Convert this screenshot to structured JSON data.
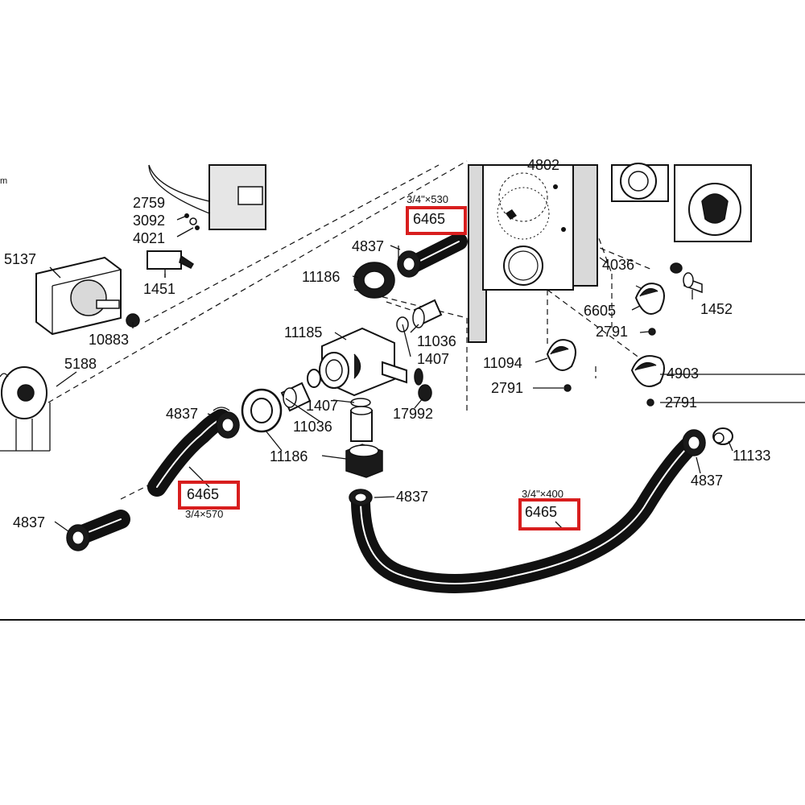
{
  "diagram": {
    "edge_label": "m",
    "highlight_color": "#d81e1e",
    "labels": {
      "p6465_top": "6465",
      "p6465_top_size": "3/4\"×530",
      "p4802": "4802",
      "p2759": "2759",
      "p3092": "3092",
      "p4021": "4021",
      "p1451": "1451",
      "p5137": "5137",
      "p10883": "10883",
      "p5188": "5188",
      "p4837_a": "4837",
      "p11186_a": "11186",
      "p11185": "11185",
      "p11036_a": "11036",
      "p1407_a": "1407",
      "p4036": "4036",
      "p6605": "6605",
      "p1452": "1452",
      "p2791_a": "2791",
      "p11094": "11094",
      "p2791_b": "2791",
      "p4903": "4903",
      "p2791_c": "2791",
      "p17992": "17992",
      "p1407_b": "1407",
      "p11036_b": "11036",
      "p4837_b": "4837",
      "p11186_b": "11186",
      "p6465_left": "6465",
      "p6465_left_size": "3/4×570",
      "p4837_c": "4837",
      "p4837_d": "4837",
      "p6465_right_size": "3/4\"×400",
      "p6465_right": "6465",
      "p11133": "11133",
      "p4837_e": "4837"
    }
  }
}
